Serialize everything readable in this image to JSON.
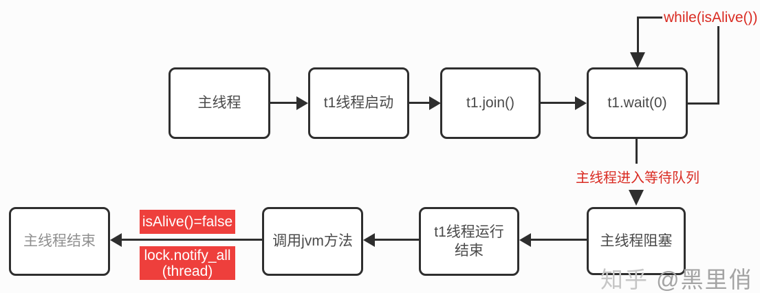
{
  "nodes": [
    {
      "id": "main-thread",
      "label": "主线程"
    },
    {
      "id": "t1-start",
      "label": "t1线程启动"
    },
    {
      "id": "t1-join",
      "label": "t1.join()"
    },
    {
      "id": "t1-wait",
      "label": "t1.wait(0)"
    },
    {
      "id": "main-blocked",
      "label": "主线程阻塞"
    },
    {
      "id": "t1-run-end",
      "label": "t1线程运行结束"
    },
    {
      "id": "call-jvm",
      "label": "调用jvm方法"
    },
    {
      "id": "main-end",
      "label": "主线程结束"
    }
  ],
  "annotations": {
    "while_loop": "while(isAlive())",
    "enter_wait_queue": "主线程进入等待队列",
    "is_alive_false": "isAlive()=false",
    "notify_all_line1": "lock.notify_all",
    "notify_all_line2": "(thread)"
  },
  "watermark": {
    "site": "知乎",
    "handle": "@黑里俏"
  },
  "colors": {
    "line": "#2e2e2e",
    "box_border": "#2e2e2e",
    "box_text": "#4a4a4a",
    "red_text": "#d92b22",
    "red_badge_bg": "#ee3f3c",
    "red_badge_text": "#ffffff",
    "background": "#fcfcfc"
  }
}
